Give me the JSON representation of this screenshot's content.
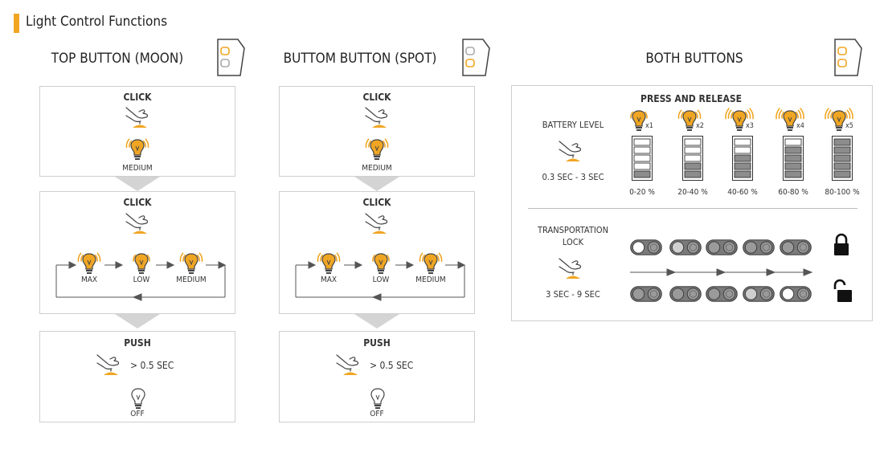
{
  "header": {
    "title": "Light Control Functions",
    "accent": "#f0a623"
  },
  "columns": [
    {
      "title": "TOP BUTTON (MOON)",
      "active_button": "top",
      "step1": {
        "action": "CLICK",
        "result": "MEDIUM"
      },
      "step2": {
        "action": "CLICK",
        "modes": [
          "MAX",
          "LOW",
          "MEDIUM"
        ]
      },
      "step3": {
        "action": "PUSH",
        "duration": "> 0.5 SEC",
        "result": "OFF"
      }
    },
    {
      "title": "BUTTOM BUTTON (SPOT)",
      "active_button": "bottom",
      "step1": {
        "action": "CLICK",
        "result": "MEDIUM"
      },
      "step2": {
        "action": "CLICK",
        "modes": [
          "MAX",
          "LOW",
          "MEDIUM"
        ]
      },
      "step3": {
        "action": "PUSH",
        "duration": "> 0.5 SEC",
        "result": "OFF"
      }
    }
  ],
  "both": {
    "title": "BOTH BUTTONS",
    "press_release": "PRESS AND RELEASE",
    "battery": {
      "label": "BATTERY LEVEL",
      "duration": "0.3 SEC - 3 SEC",
      "levels": [
        {
          "blinks": "x1",
          "range": "0-20 %",
          "filled": 1
        },
        {
          "blinks": "x2",
          "range": "20-40 %",
          "filled": 2
        },
        {
          "blinks": "x3",
          "range": "40-60 %",
          "filled": 3
        },
        {
          "blinks": "x4",
          "range": "60-80 %",
          "filled": 4
        },
        {
          "blinks": "x5",
          "range": "80-100 %",
          "filled": 5
        }
      ]
    },
    "transport": {
      "label_line1": "TRANSPORTATION",
      "label_line2": "LOCK",
      "duration": "3 SEC - 9 SEC",
      "lock_row": [
        1,
        2,
        3,
        4,
        5
      ],
      "unlock_row": [
        5,
        4,
        3,
        2,
        1
      ]
    }
  },
  "colors": {
    "bulb": "#f0a623",
    "border": "#cfcfcf",
    "arrow": "#555555",
    "bar_fill": "#8c8c8c"
  }
}
